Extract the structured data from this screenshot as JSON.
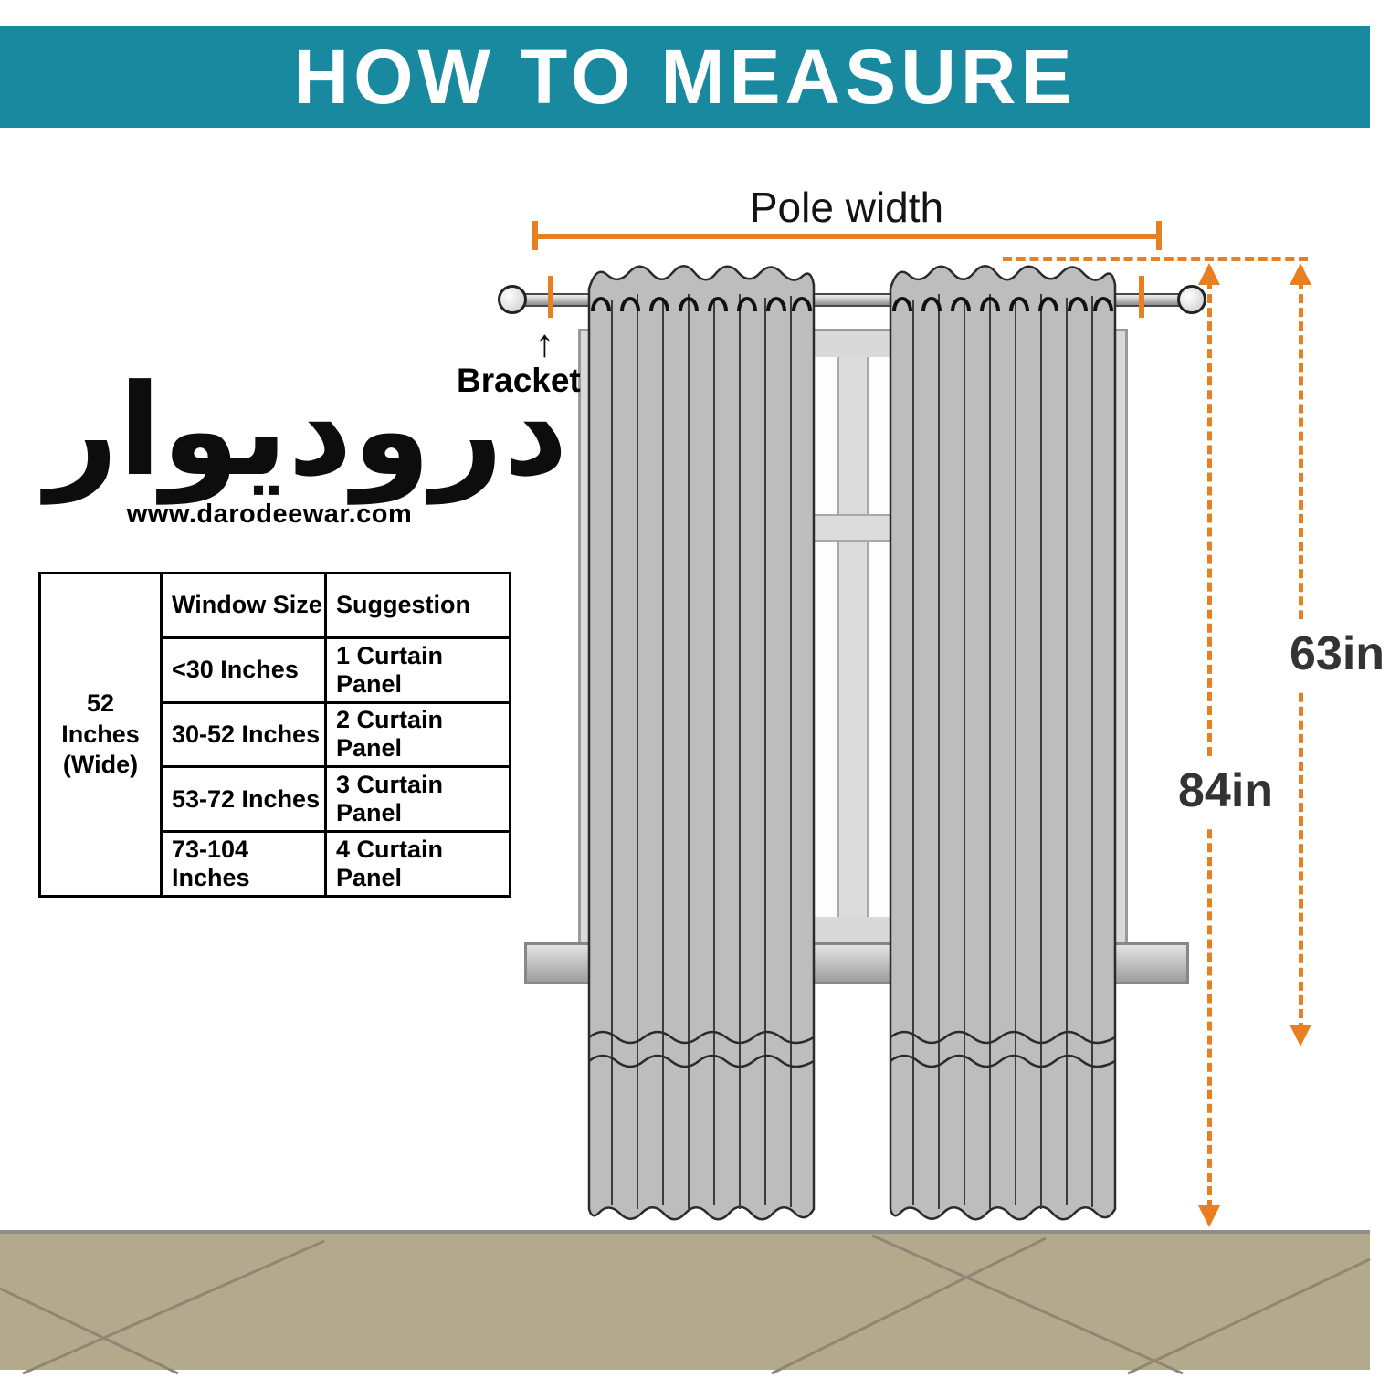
{
  "header": {
    "title": "HOW TO MEASURE"
  },
  "logo": {
    "calligraphy": "دروديوار",
    "website": "www.darodeewar.com"
  },
  "size_table": {
    "wide_label": "52 Inches (Wide)",
    "col_headers": {
      "window_size": "Window Size",
      "suggestion": "Suggestion"
    },
    "rows": [
      {
        "window_size": "<30 Inches",
        "suggestion": "1 Curtain Panel"
      },
      {
        "window_size": "30-52 Inches",
        "suggestion": "2 Curtain Panel"
      },
      {
        "window_size": "53-72 Inches",
        "suggestion": "3 Curtain Panel"
      },
      {
        "window_size": "73-104 Inches",
        "suggestion": "4 Curtain Panel"
      }
    ]
  },
  "diagram": {
    "pole_width_label": "Pole width",
    "bracket_label": "Bracket",
    "bracket_arrow": "↑"
  },
  "measurements": {
    "short_length": "63in",
    "long_length": "84in"
  },
  "colors": {
    "header_teal": "#18899e",
    "accent_orange": "#e87f23",
    "curtain_gray": "#bdbdbd",
    "floor_tan": "#b3a98c"
  }
}
